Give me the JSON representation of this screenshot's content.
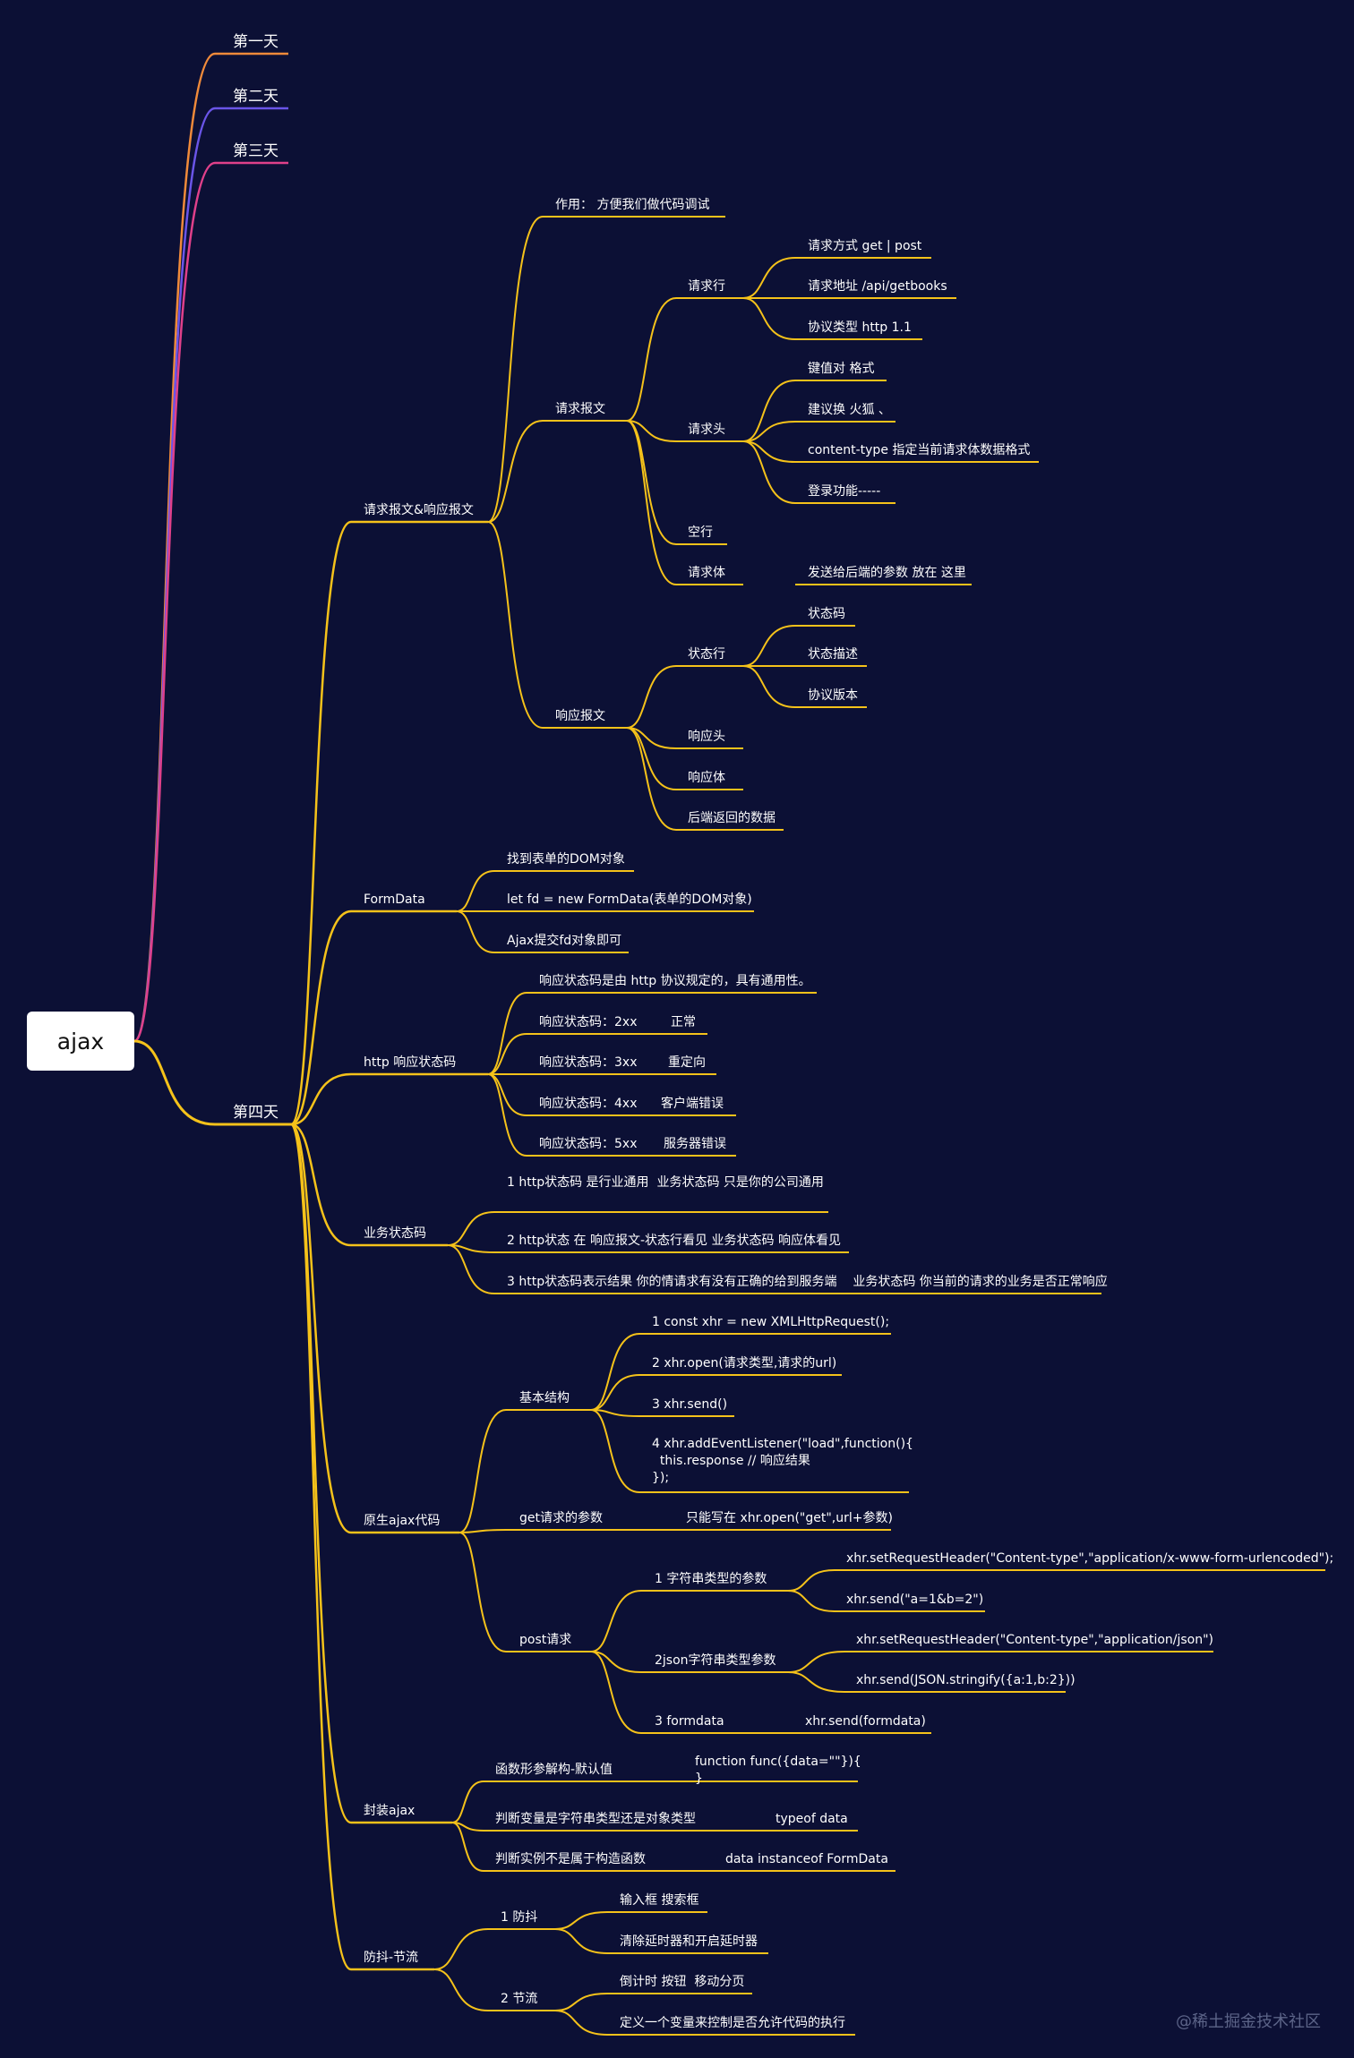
{
  "root": "ajax",
  "watermark": "@稀土掘金技术社区",
  "colors": {
    "background": "#0c1035",
    "day1": "#f08a3a",
    "day2": "#6a55e8",
    "day3": "#e0408a",
    "day4": "#f5c21a"
  },
  "branches": {
    "day1": "第一天",
    "day2": "第二天",
    "day3": "第三天",
    "day4": "第四天",
    "req_resp": "请求报文&响应报文",
    "purpose": "作用： 方便我们做代码调试",
    "request_msg": "请求报文",
    "request_line": "请求行",
    "method": "请求方式 get | post",
    "url": "请求地址 /api/getbooks",
    "protocol": "协议类型 http 1.1",
    "request_header": "请求头",
    "kv": "键值对 格式",
    "suggest": "建议换 火狐 、",
    "content_type": "content-type 指定当前请求体数据格式",
    "login": "登录功能-----",
    "blank_line": "空行",
    "request_body": "请求体",
    "request_body_desc": "发送给后端的参数 放在 这里",
    "response_msg": "响应报文",
    "status_line": "状态行",
    "status_code": "状态码",
    "status_desc": "状态描述",
    "protocol_version": "协议版本",
    "response_header": "响应头",
    "response_body": "响应体",
    "backend_data": "后端返回的数据",
    "formdata": "FormData",
    "fd1": "找到表单的DOM对象",
    "fd2": "let fd = new FormData(表单的DOM对象)",
    "fd3": "Ajax提交fd对象即可",
    "http_status": "http 响应状态码",
    "hs1": "响应状态码是由 http 协议规定的，具有通用性。",
    "hs2": "响应状态码：2xx",
    "hs2v": "正常",
    "hs3": "响应状态码：3xx",
    "hs3v": "重定向",
    "hs4": "响应状态码：4xx",
    "hs4v": "客户端错误",
    "hs5": "响应状态码：5xx",
    "hs5v": "服务器错误",
    "biz_status": "业务状态码",
    "bs1": "1 http状态码 是行业通用  业务状态码 只是你的公司通用",
    "bs2": "2 http状态 在 响应报文-状态行看见 业务状态码 响应体看见",
    "bs3": "3 http状态码表示结果 你的情请求有没有正确的给到服务端    业务状态码 你当前的请求的业务是否正常响应",
    "native_ajax": "原生ajax代码",
    "basic": "基本结构",
    "b1": "1 const xhr = new XMLHttpRequest();",
    "b2": "2 xhr.open(请求类型,请求的url)",
    "b3": "3 xhr.send()",
    "b4": "4 xhr.addEventListener(\"load\",function(){\n  this.response // 响应结果\n});",
    "get_params": "get请求的参数",
    "get_desc": "只能写在 xhr.open(\"get\",url+参数)",
    "post": "post请求",
    "p1": "1 字符串类型的参数",
    "p1a": "xhr.setRequestHeader(\"Content-type\",\"application/x-www-form-urlencoded\");",
    "p1b": "xhr.send(\"a=1&b=2\")",
    "p2": "2json字符串类型参数",
    "p2a": "xhr.setRequestHeader(\"Content-type\",\"application/json\")",
    "p2b": "xhr.send(JSON.stringify({a:1,b:2}))",
    "p3": "3 formdata",
    "p3a": "xhr.send(formdata)",
    "wrap": "封装ajax",
    "w1": "函数形参解构-默认值",
    "w1v": "function func({data=\"\"}){\n}",
    "w2": "判断变量是字符串类型还是对象类型",
    "w2v": "typeof data",
    "w3": "判断实例不是属于构造函数",
    "w3v": "data instanceof FormData",
    "debounce_throttle": "防抖-节流",
    "debounce": "1 防抖",
    "d1": "输入框 搜索框",
    "d2": "清除延时器和开启延时器",
    "throttle": "2 节流",
    "t1": "倒计时 按钮  移动分页",
    "t2": "定义一个变量来控制是否允许代码的执行"
  }
}
